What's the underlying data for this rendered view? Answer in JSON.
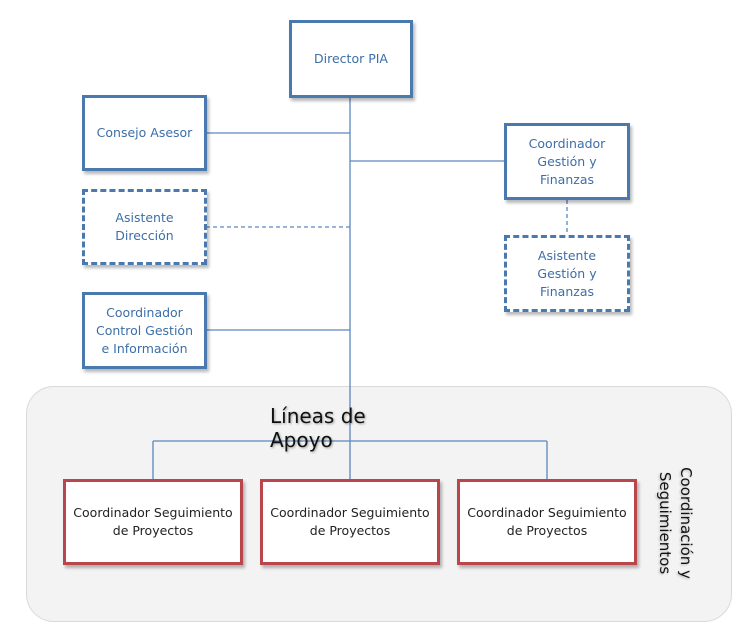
{
  "boxes": {
    "director": "Director  PIA",
    "consejo": "Consejo Asesor",
    "asistente_direccion": "Asistente\nDirección",
    "coordinador_control": "Coordinador\nControl Gestión\ne Información",
    "coordinador_gestion": "Coordinador\nGestión y\nFinanzas",
    "asistente_gestion": "Asistente\nGestión y\nFinanzas"
  },
  "panel": {
    "title": "Líneas de Apoyo",
    "side_label": "Coordinación y\nSeguimientos"
  },
  "coordinators": [
    "Coordinador Seguimiento\nde Proyectos",
    "Coordinador Seguimiento\nde Proyectos",
    "Coordinador Seguimiento\nde Proyectos"
  ],
  "colors": {
    "box_border_blue": "#4a79b0",
    "box_border_red": "#b9464a",
    "text_blue": "#3d6ea8",
    "connector": "#5b88bd"
  }
}
